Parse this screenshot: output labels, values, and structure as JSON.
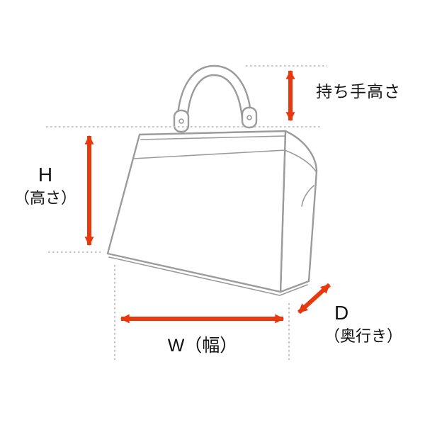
{
  "title": "bag-dimension-diagram",
  "labels": {
    "handle_height": "持ち手高さ",
    "height_letter": "H",
    "height_paren": "（高さ）",
    "width": "W（幅）",
    "depth_letter": "D",
    "depth_paren": "（奥行き）"
  },
  "colors": {
    "arrow": "#e8380d",
    "outline": "#9b9b9b",
    "dash": "#b3b3b3",
    "text": "#111111",
    "background": "#ffffff"
  },
  "icons": {
    "handle_height_arrow": "vertical-double-arrow",
    "height_arrow": "vertical-double-arrow",
    "width_arrow": "horizontal-double-arrow",
    "depth_arrow": "diagonal-double-arrow",
    "bag": "handbag-line-illustration"
  }
}
